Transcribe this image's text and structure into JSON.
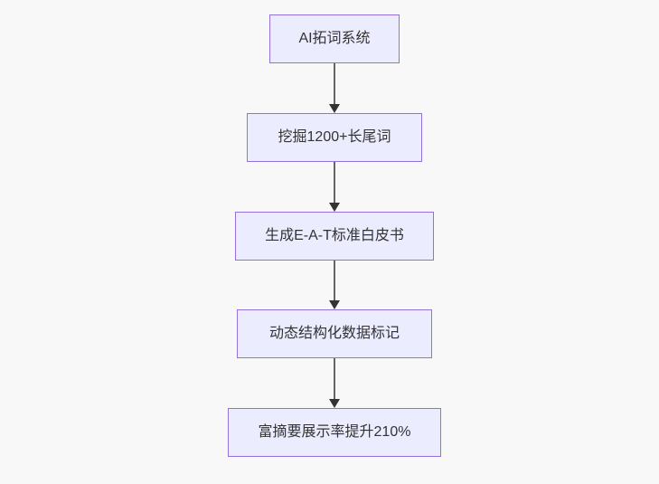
{
  "diagram": {
    "type": "flowchart",
    "direction": "top-down",
    "nodes": [
      {
        "id": "n1",
        "label": "AI拓词系统"
      },
      {
        "id": "n2",
        "label": "挖掘1200+长尾词"
      },
      {
        "id": "n3",
        "label": "生成E-A-T标准白皮书"
      },
      {
        "id": "n4",
        "label": "动态结构化数据标记"
      },
      {
        "id": "n5",
        "label": "富摘要展示率提升210%"
      }
    ],
    "edges": [
      {
        "from": "n1",
        "to": "n2",
        "style": "arrow"
      },
      {
        "from": "n2",
        "to": "n3",
        "style": "arrow"
      },
      {
        "from": "n3",
        "to": "n4",
        "style": "arrow"
      },
      {
        "from": "n4",
        "to": "n5",
        "style": "arrow"
      }
    ],
    "colors": {
      "background": "#f8f8f8",
      "node_fill": "#ECECFF",
      "node_border": "#9370DB",
      "node_text": "#333333",
      "edge_line": "#666666",
      "arrowhead": "#333333"
    }
  }
}
